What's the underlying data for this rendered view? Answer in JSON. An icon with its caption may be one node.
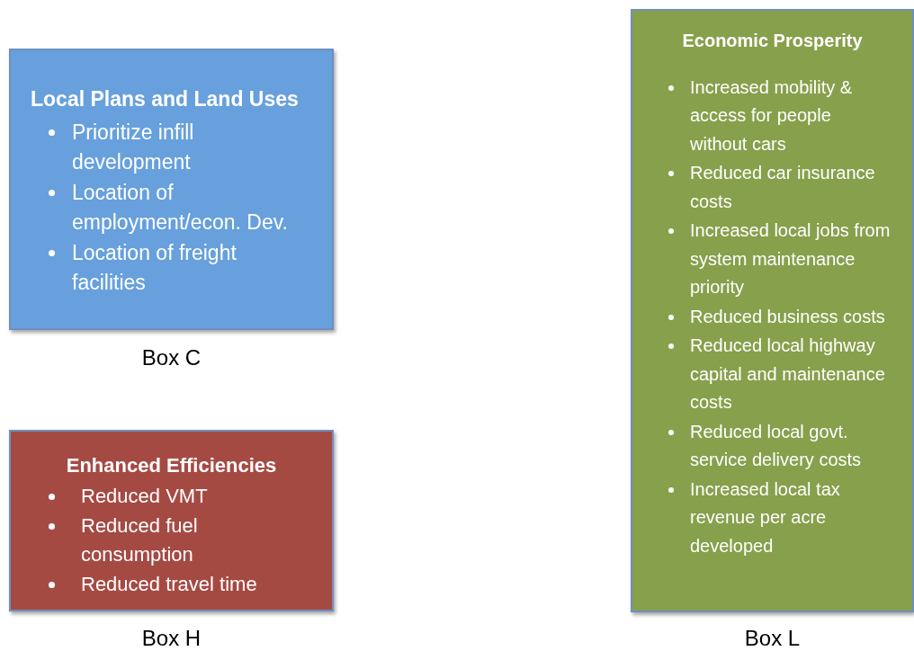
{
  "diagram": {
    "nodes": [
      {
        "text": [
          "Local Plans and Land Uses",
          "Prioritize infill development",
          "Location of employment/econ. Dev.",
          "Location of freight facilities"
        ],
        "beside": [
          "Box C"
        ]
      },
      {
        "text": [
          "Enhanced Efficiencies",
          "Reduced VMT",
          "Reduced fuel consumption",
          "Reduced travel time"
        ],
        "beside": [
          "Box H"
        ]
      },
      {
        "text": [
          "Economic Prosperity",
          "Increased mobility & access for people without cars",
          "Reduced car insurance costs",
          "Increased local jobs from system maintenance priority",
          "Reduced business costs",
          "Reduced local highway capital and maintenance costs",
          "Reduced local govt. service delivery costs",
          "Increased local tax revenue per acre developed"
        ],
        "beside": [
          "Box L"
        ]
      }
    ],
    "edges": []
  }
}
